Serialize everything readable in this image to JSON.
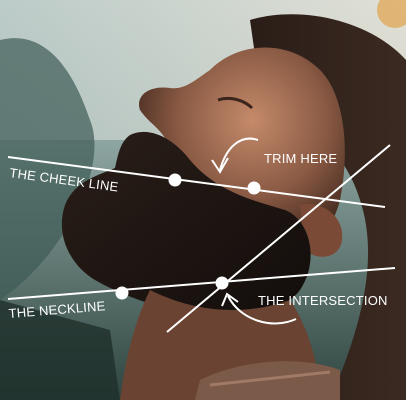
{
  "labels": {
    "cheek_line": "THE CHEEK LINE",
    "trim_here": "TRIM HERE",
    "neckline": "THE NECKLINE",
    "intersection": "THE INTERSECTION"
  },
  "colors": {
    "guide": "#ffffff",
    "label": "#ffffff"
  },
  "image": {
    "subject": "bearded man in profile looking upward, outdoor background"
  }
}
